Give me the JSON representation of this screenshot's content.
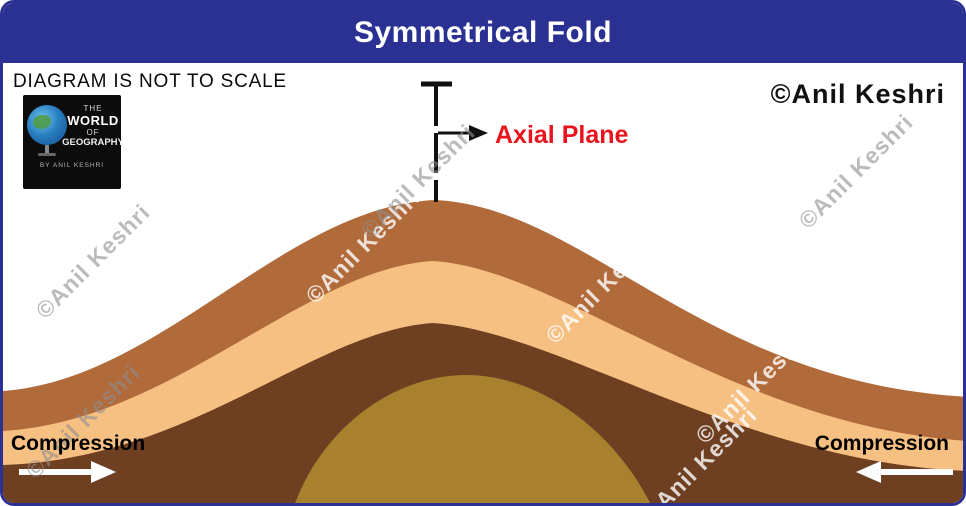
{
  "title": "Symmetrical Fold",
  "disclaimer": "DIAGRAM IS NOT TO SCALE",
  "credit": "©Anil Keshri",
  "axial_plane_label": "Axial Plane",
  "compression": {
    "left": "Compression",
    "right": "Compression"
  },
  "watermark": "©Anil Keshri",
  "logo": {
    "line1": "THE",
    "line2": "WORLD",
    "line3": "OF",
    "line4": "GEOGRAPHY",
    "byline": "BY ANIL KESHRI"
  },
  "colors": {
    "header_bg": "#2b3192",
    "border": "#2b3192",
    "title_text": "#ffffff",
    "axial_label_red": "#e8131c",
    "layer_outer": "#b16a3a",
    "layer_second": "#f7c083",
    "layer_third": "#6f3f22",
    "core": "#a9812e",
    "watermark_gray": "#8f8f8f",
    "watermark_white": "#ffffff",
    "arrow_white": "#ffffff",
    "axial_line_black": "#111111"
  }
}
